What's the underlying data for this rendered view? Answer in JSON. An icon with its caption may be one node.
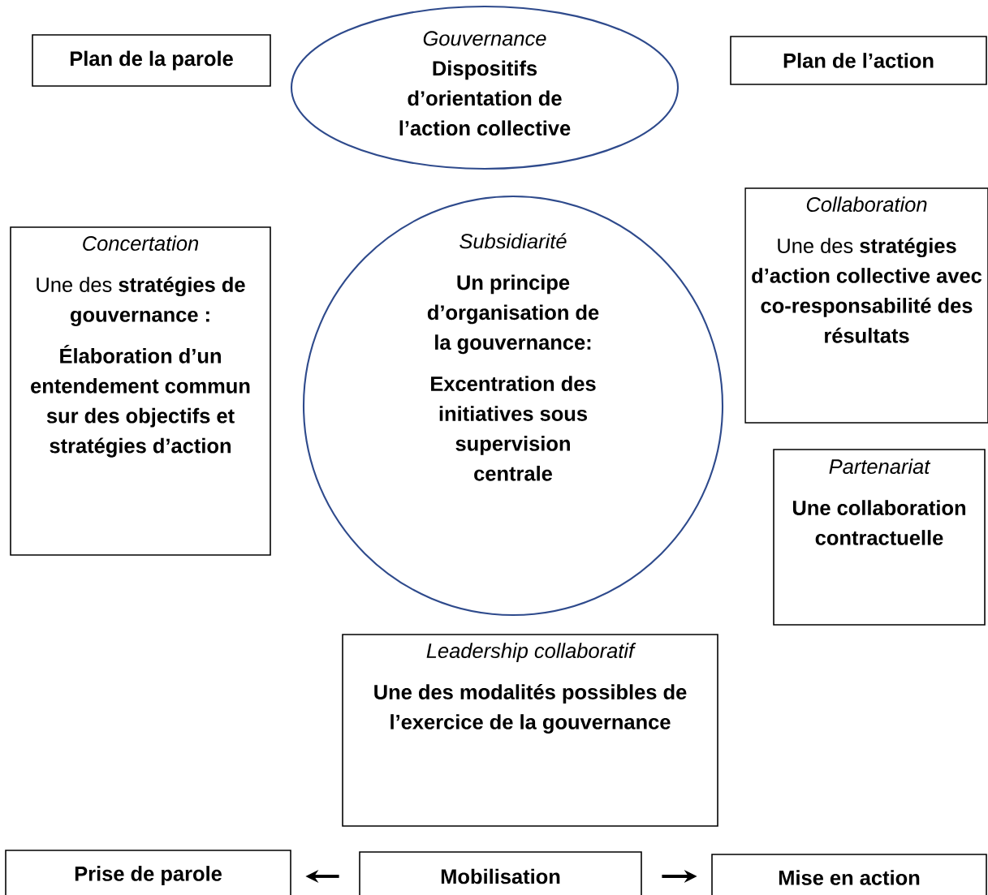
{
  "diagram": {
    "nodes": [
      {
        "text": [
          "Plan de la parole"
        ]
      },
      {
        "text": [
          "Gouvernance",
          "Dispositifs d’orientation de l’action collective"
        ]
      },
      {
        "text": [
          "Plan de l’action"
        ]
      },
      {
        "text": [
          "Concertation",
          "Une des **stratégies de gouvernance :**",
          "Élaboration d’un entendement commun sur des objectifs et stratégies d’action"
        ]
      },
      {
        "text": [
          "Subsidiarité",
          "Un principe d’organisation de la gouvernance:",
          "Excentration des initiatives sous supervision centrale"
        ]
      },
      {
        "text": [
          "Collaboration",
          "Une des **stratégies d’action collective avec co-responsabilité des résultats**"
        ]
      },
      {
        "text": [
          "Partenariat",
          "Une collaboration contractuelle"
        ]
      },
      {
        "text": [
          "Leadership collaboratif",
          "Une des modalités possibles de l’exercice de la gouvernance"
        ]
      },
      {
        "text": [
          "Prise de parole"
        ]
      },
      {
        "text": [
          "Mobilisation"
        ]
      },
      {
        "text": [
          "Mise en action"
        ]
      }
    ],
    "edges": [
      {
        "from": 9,
        "to": 8,
        "arrow": "to"
      },
      {
        "from": 9,
        "to": 10,
        "arrow": "to"
      }
    ]
  }
}
